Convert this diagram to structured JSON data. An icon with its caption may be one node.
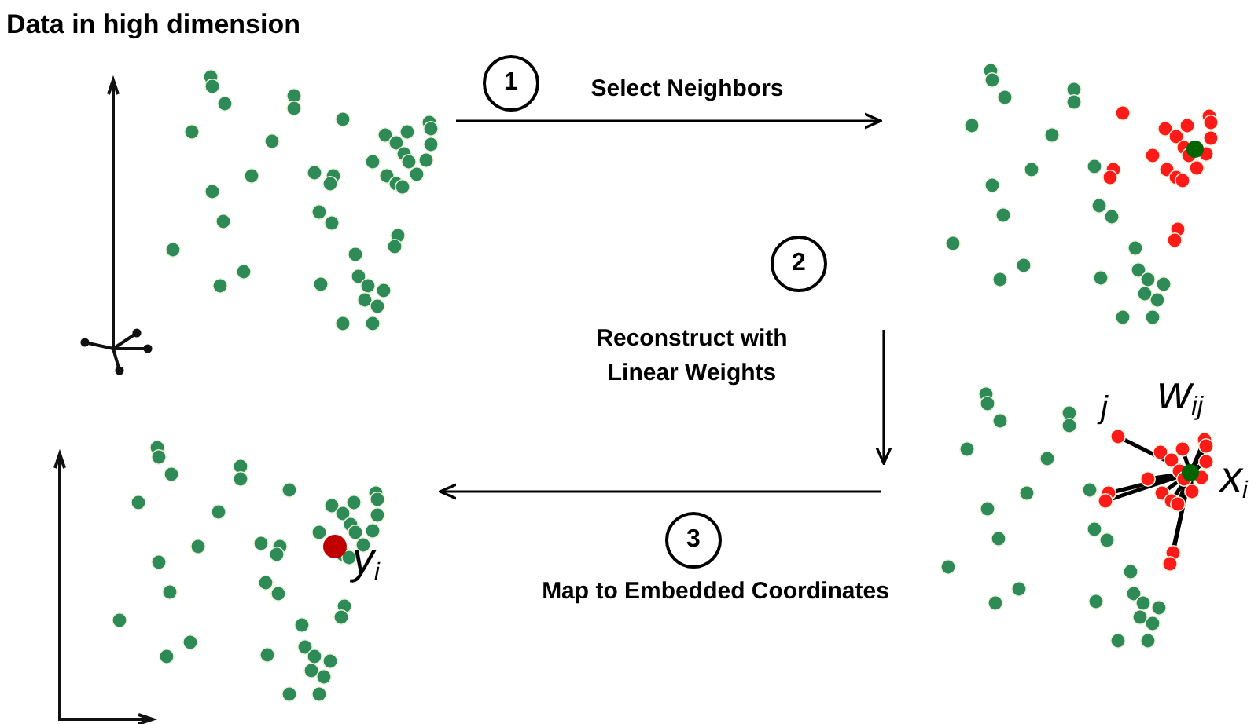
{
  "diagram": {
    "title": "Data in high dimension",
    "nodes": [
      {
        "text": [],
        "shape": "picture"
      },
      {
        "text": [
          "1"
        ]
      },
      {
        "text": [],
        "shape": "picture"
      },
      {
        "text": [
          "2"
        ]
      },
      {
        "text": [],
        "shape": "picture"
      },
      {
        "text": [],
        "shape": "picture"
      },
      {
        "text": [
          "3"
        ]
      }
    ],
    "edges": [
      {
        "from": 0,
        "to": 2,
        "arrow": "to",
        "label": "Select Neighbors"
      },
      {
        "from": 2,
        "to": 5,
        "arrow": "to",
        "label": "Reconstruct with Linear Weights"
      },
      {
        "from": 5,
        "to": 4,
        "arrow": "to",
        "label": "Map to Embedded Coordinates"
      }
    ],
    "labels": [
      "w$_{ij}$",
      "j",
      "y$_{i}$",
      "x$_{i}$"
    ]
  }
}
